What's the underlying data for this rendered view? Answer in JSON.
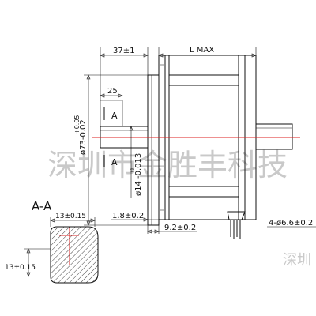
{
  "dimensions": {
    "overall_length": "L  MAX",
    "shaft_length": "37±1",
    "key_length": "25",
    "body_diameter": "ø73-0.02",
    "body_diameter_tol": "+0.05",
    "shaft_diameter": "ø14 -0.013",
    "shaft_diameter_tol": "0",
    "flange_offset": "1.8±0.2",
    "flange_thickness": "9.2±0.2",
    "mount_holes": "4-ø6.6±0.2"
  },
  "section": {
    "label": "A-A",
    "width": "13±0.15",
    "height": "13±0.15",
    "marker": "A"
  },
  "watermark": {
    "main": "深圳市金胜丰科技",
    "corner": "深圳"
  },
  "colors": {
    "centerline": "#d22222",
    "line": "#111111",
    "watermark": "#c9c9c9"
  }
}
